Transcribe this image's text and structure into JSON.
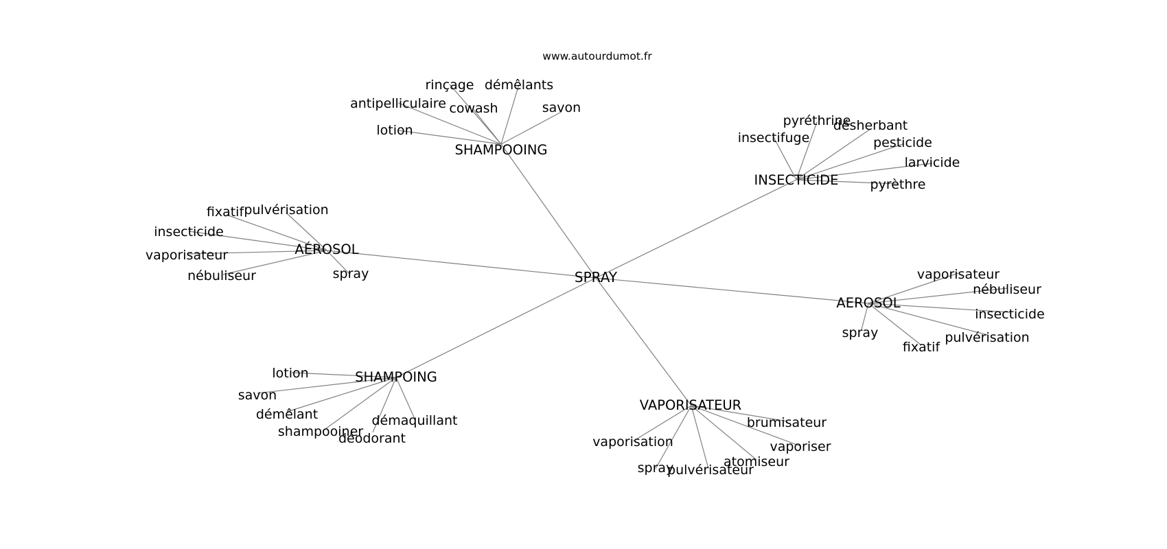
{
  "site": "www.autourdumot.fr",
  "root": "SPRAY",
  "hubs": [
    {
      "label": "SHAMPOOING",
      "children": [
        "rinçage",
        "démêlants",
        "antipelliculaire",
        "cowash",
        "savon",
        "lotion"
      ]
    },
    {
      "label": "INSECTICIDE",
      "children": [
        "pyréthrine",
        "désherbant",
        "insectifuge",
        "pesticide",
        "larvicide",
        "pyrèthre"
      ]
    },
    {
      "label": "AÉROSOL",
      "children": [
        "fixatif",
        "pulvérisation",
        "insecticide",
        "vaporisateur",
        "nébuliseur",
        "spray"
      ]
    },
    {
      "label": "AEROSOL",
      "children": [
        "vaporisateur",
        "nébuliseur",
        "insecticide",
        "pulvérisation",
        "fixatif",
        "spray"
      ]
    },
    {
      "label": "SHAMPOING",
      "children": [
        "lotion",
        "savon",
        "démêlant",
        "shampooiner",
        "déodorant",
        "démaquillant"
      ]
    },
    {
      "label": "VAPORISATEUR",
      "children": [
        "brumisateur",
        "vaporiser",
        "atomiseur",
        "pulvérisateur",
        "spray",
        "vaporisation"
      ]
    }
  ]
}
